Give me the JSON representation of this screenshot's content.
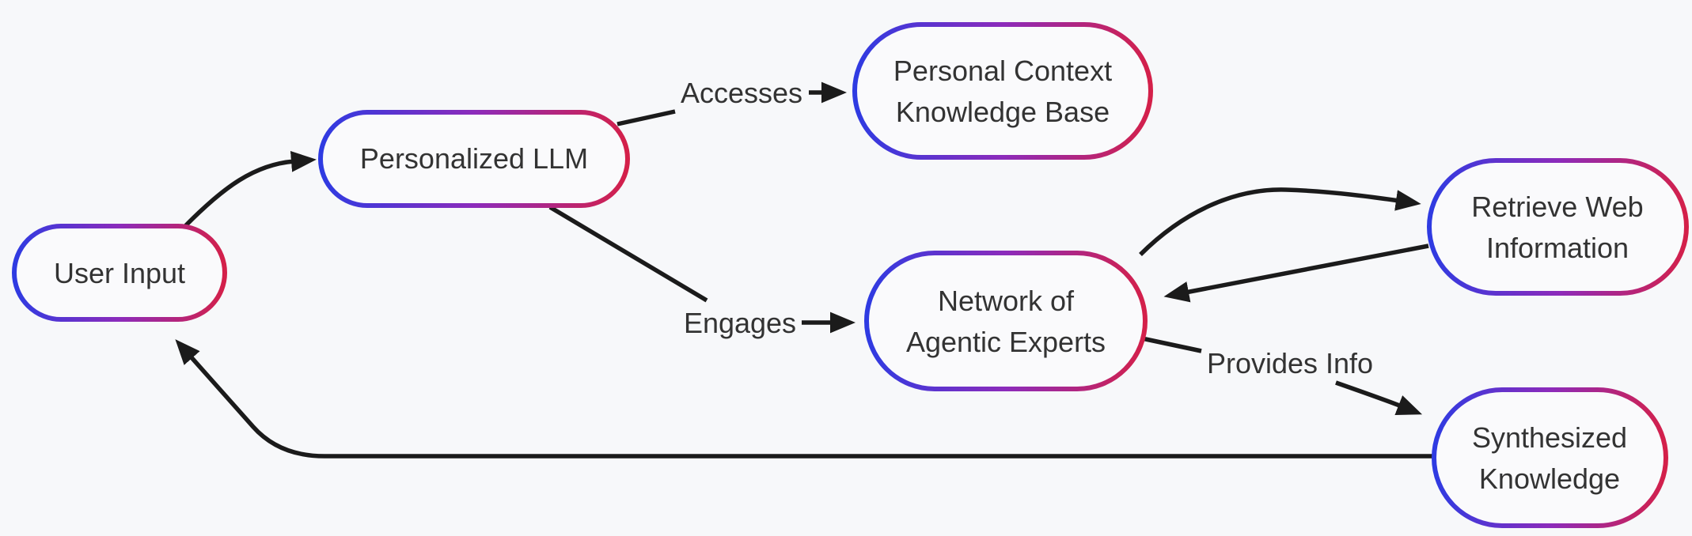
{
  "diagram": {
    "type": "flowchart",
    "background_color": "#f7f8fa",
    "node_fill_color": "#fafafc",
    "edge_color": "#1b1b1b",
    "text_color": "#333333",
    "node_border_gradient": {
      "left": "#2e3be2",
      "mid": "#8c2bbb",
      "right": "#d42049"
    },
    "nodes": [
      {
        "id": "user-input",
        "lines": [
          "User Input"
        ]
      },
      {
        "id": "personalized-llm",
        "lines": [
          "Personalized LLM"
        ]
      },
      {
        "id": "personal-context-knowledge-base",
        "lines": [
          "Personal Context",
          "Knowledge Base"
        ]
      },
      {
        "id": "network-of-agentic-experts",
        "lines": [
          "Network of",
          "Agentic Experts"
        ]
      },
      {
        "id": "retrieve-web-information",
        "lines": [
          "Retrieve Web",
          "Information"
        ]
      },
      {
        "id": "synthesized-knowledge",
        "lines": [
          "Synthesized",
          "Knowledge"
        ]
      }
    ],
    "edges": [
      {
        "from": "User Input",
        "to": "Personalized LLM",
        "label": ""
      },
      {
        "from": "Personalized LLM",
        "to": "Personal Context Knowledge Base",
        "label": "Accesses"
      },
      {
        "from": "Personalized LLM",
        "to": "Network of Agentic Experts",
        "label": "Engages"
      },
      {
        "from": "Network of Agentic Experts",
        "to": "Retrieve Web Information",
        "label": ""
      },
      {
        "from": "Retrieve Web Information",
        "to": "Network of Agentic Experts",
        "label": ""
      },
      {
        "from": "Network of Agentic Experts",
        "to": "Synthesized Knowledge",
        "label": "Provides Info"
      },
      {
        "from": "Synthesized Knowledge",
        "to": "User Input",
        "label": ""
      }
    ]
  }
}
